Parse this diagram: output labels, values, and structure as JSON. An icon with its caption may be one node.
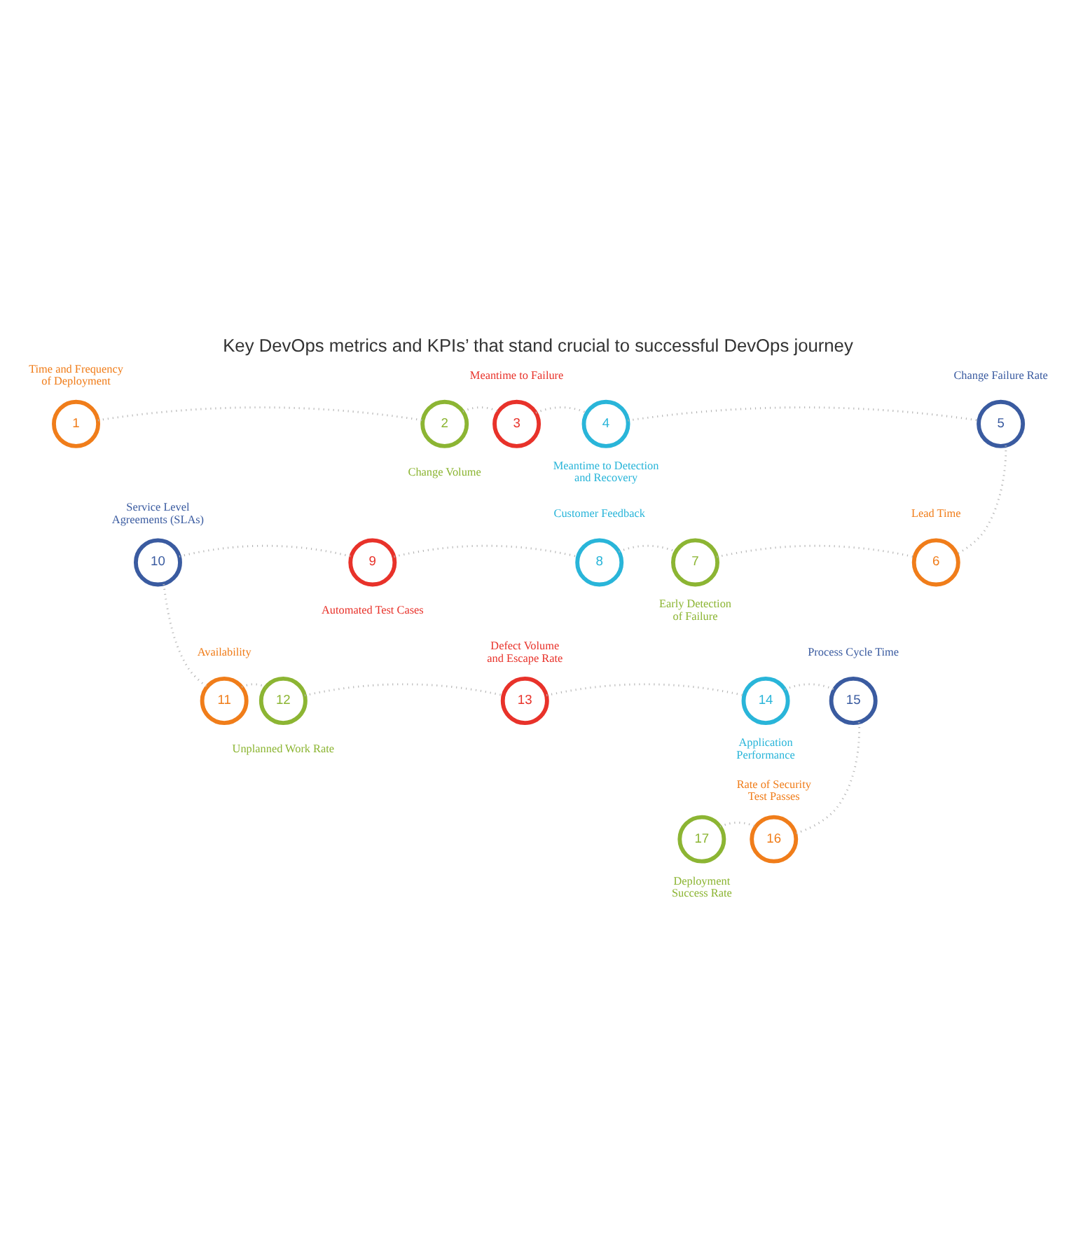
{
  "diagram": {
    "title": "Key DevOps metrics and KPIs’ that stand crucial to successful DevOps journey",
    "nodes": [
      {
        "text": [
          "1"
        ],
        "beside": [
          "Time and Frequency of Deployment"
        ]
      },
      {
        "text": [
          "2"
        ],
        "beside": [
          "Change Volume"
        ]
      },
      {
        "text": [
          "3"
        ],
        "beside": [
          "Meantime to Failure"
        ]
      },
      {
        "text": [
          "4"
        ],
        "beside": [
          "Meantime to Detection and Recovery"
        ]
      },
      {
        "text": [
          "5"
        ],
        "beside": [
          "Change Failure Rate"
        ]
      },
      {
        "text": [
          "6"
        ],
        "beside": [
          "Lead Time"
        ]
      },
      {
        "text": [
          "7"
        ],
        "beside": [
          "Early Detection of Failure"
        ]
      },
      {
        "text": [
          "8"
        ],
        "beside": [
          "Customer Feedback"
        ]
      },
      {
        "text": [
          "9"
        ],
        "beside": [
          "Automated Test Cases"
        ]
      },
      {
        "text": [
          "10"
        ],
        "beside": [
          "Service Level Agreements (SLAs)"
        ]
      },
      {
        "text": [
          "11"
        ],
        "beside": [
          "Availability"
        ]
      },
      {
        "text": [
          "12"
        ],
        "beside": [
          "Unplanned Work Rate"
        ]
      },
      {
        "text": [
          "13"
        ],
        "beside": [
          "Defect Volume and Escape Rate"
        ]
      },
      {
        "text": [
          "14"
        ],
        "beside": [
          "Application Performance"
        ]
      },
      {
        "text": [
          "15"
        ],
        "beside": [
          "Process Cycle Time"
        ]
      },
      {
        "text": [
          "16"
        ],
        "beside": [
          "Rate of Security Test Passes"
        ]
      },
      {
        "text": [
          "17"
        ],
        "beside": [
          "Deployment Success Rate"
        ]
      }
    ],
    "edges": [
      {
        "from": 0,
        "to": 1,
        "arrow": "none"
      },
      {
        "from": 1,
        "to": 2,
        "arrow": "none"
      },
      {
        "from": 2,
        "to": 3,
        "arrow": "none"
      },
      {
        "from": 3,
        "to": 4,
        "arrow": "none"
      },
      {
        "from": 4,
        "to": 5,
        "arrow": "none"
      },
      {
        "from": 5,
        "to": 6,
        "arrow": "none"
      },
      {
        "from": 6,
        "to": 7,
        "arrow": "none"
      },
      {
        "from": 7,
        "to": 8,
        "arrow": "none"
      },
      {
        "from": 8,
        "to": 9,
        "arrow": "none"
      },
      {
        "from": 9,
        "to": 10,
        "arrow": "none"
      },
      {
        "from": 10,
        "to": 11,
        "arrow": "none"
      },
      {
        "from": 11,
        "to": 12,
        "arrow": "none"
      },
      {
        "from": 12,
        "to": 13,
        "arrow": "none"
      },
      {
        "from": 13,
        "to": 14,
        "arrow": "none"
      },
      {
        "from": 14,
        "to": 15,
        "arrow": "none"
      },
      {
        "from": 15,
        "to": 16,
        "arrow": "none"
      }
    ]
  }
}
